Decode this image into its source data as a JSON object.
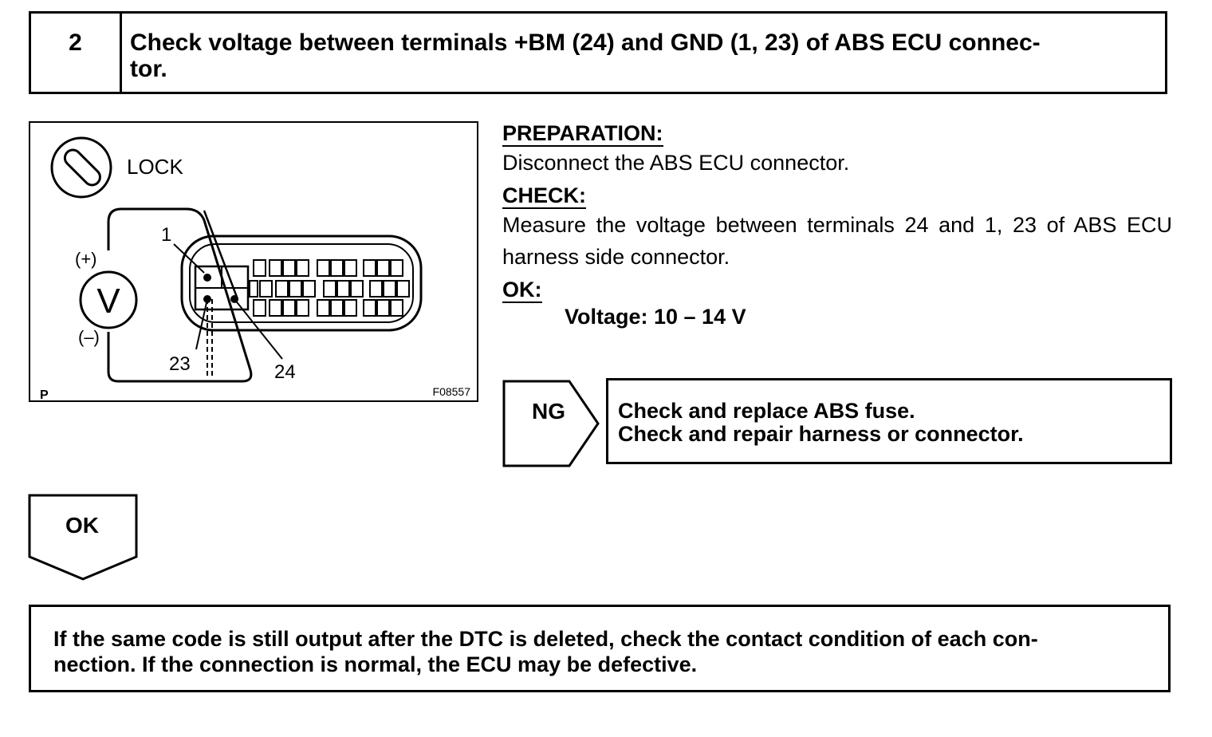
{
  "step": {
    "number": "2",
    "title_line1": "Check voltage between terminals +BM (24) and GND (1, 23) of ABS ECU connec-",
    "title_line2": "tor."
  },
  "diagram": {
    "lock_label": "LOCK",
    "plus_label": "(+)",
    "minus_label": "(–)",
    "voltmeter_symbol": "V",
    "terminal_1": "1",
    "terminal_23": "23",
    "terminal_24": "24",
    "corner_label": "P",
    "figure_code": "F08557",
    "icons": [
      "ignition-lock-icon",
      "voltmeter-icon",
      "connector-icon"
    ]
  },
  "preparation": {
    "heading": "PREPARATION:",
    "text": "Disconnect the ABS ECU connector."
  },
  "check": {
    "heading": "CHECK:",
    "text": "Measure the voltage between terminals 24 and 1, 23 of ABS ECU harness side connector."
  },
  "ok_spec": {
    "heading": "OK:",
    "text": "Voltage: 10 – 14 V"
  },
  "ng": {
    "label": "NG",
    "line1": "Check and replace ABS fuse.",
    "line2": "Check and repair harness or connector."
  },
  "ok_branch": {
    "label": "OK"
  },
  "final": {
    "text_line1": "If the same code is still output after the DTC is deleted, check the contact condition of each con-",
    "text_line2": "nection. If the connection is normal, the ECU may be defective."
  }
}
